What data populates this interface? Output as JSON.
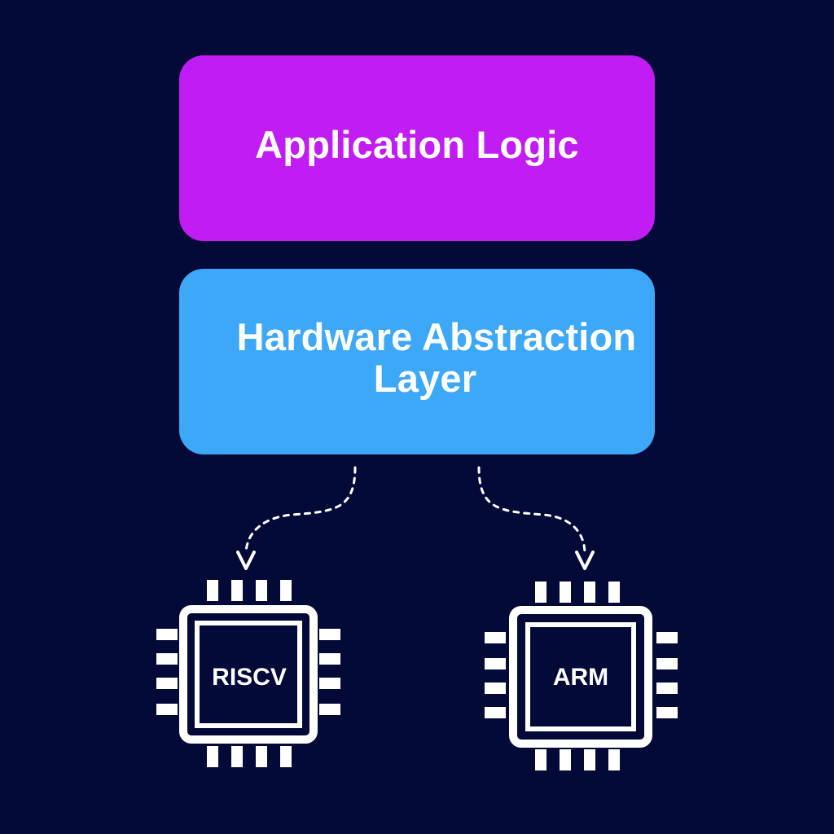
{
  "diagram": {
    "application_layer": {
      "label": "Application Logic",
      "color": "#c01cf3"
    },
    "hal_layer": {
      "label_line_1": "Hardware Abstraction",
      "label_line_2": "Layer",
      "color": "#3ea8f8"
    },
    "chips": [
      {
        "label": "RISCV",
        "icon": "cpu-chip-icon"
      },
      {
        "label": "ARM",
        "icon": "cpu-chip-icon"
      }
    ],
    "connectors": [
      {
        "from": "Hardware Abstraction Layer",
        "to": "RISCV",
        "style": "dashed-arrow"
      },
      {
        "from": "Hardware Abstraction Layer",
        "to": "ARM",
        "style": "dashed-arrow"
      }
    ],
    "background_color": "#030a38"
  }
}
